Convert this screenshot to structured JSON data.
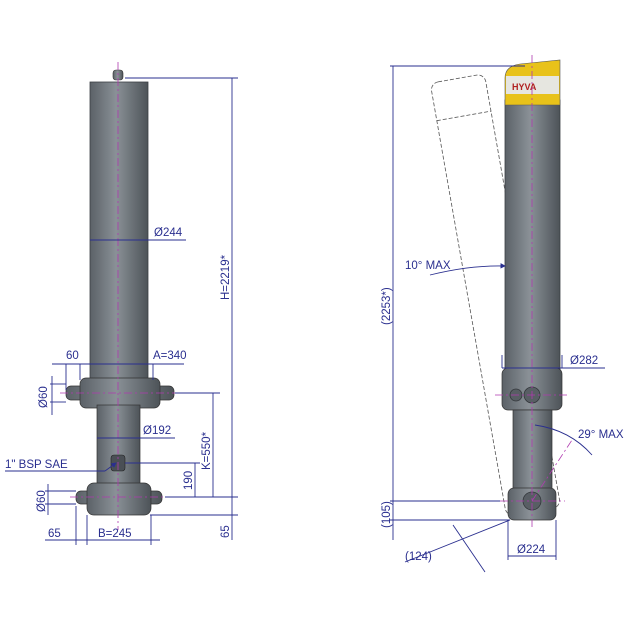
{
  "left_view": {
    "labels": {
      "height": "H=2219*",
      "bottom_offset": "65",
      "stroke_k": "K=550*",
      "port_height": "190",
      "tube_diameter": "Ø244",
      "trunnion_span": "A=340",
      "trunnion_length": "60",
      "trunnion_diameter_top": "Ø60",
      "port": "1\" BSP SAE",
      "lower_diameter": "Ø192",
      "trunnion_diameter_bottom": "Ø60",
      "base_trunnion_length": "65",
      "base_span": "B=245"
    }
  },
  "right_view": {
    "brand_logo": "HYVA",
    "labels": {
      "overall": "(2253*)",
      "tilt": "10° MAX",
      "collar_diameter": "Ø282",
      "swing": "29° MAX",
      "base_offset": "(105)",
      "base_radius": "(124)",
      "base_diameter": "Ø224"
    },
    "colors": {
      "cap": "#e8c21a",
      "body": "#6f767c",
      "dimension": "#2a2f8f"
    }
  }
}
